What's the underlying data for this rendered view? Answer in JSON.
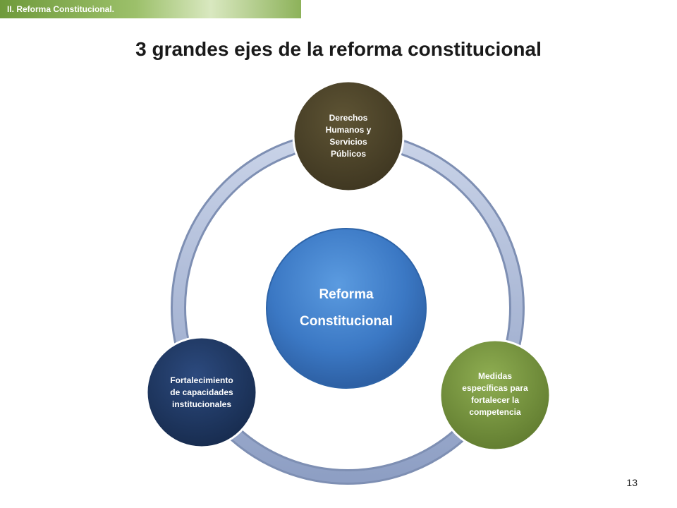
{
  "header": {
    "section": "II. Reforma Constitucional."
  },
  "title": "3 grandes ejes de la reforma constitucional",
  "diagram": {
    "center": {
      "line1": "Reforma",
      "line2": "Constitucional"
    },
    "nodes": [
      {
        "lines": [
          "Derechos",
          "Humanos y",
          "Servicios",
          "Públicos"
        ],
        "color": "#4a4128"
      },
      {
        "lines": [
          "Medidas",
          "específicas para",
          "fortalecer la",
          "competencia"
        ],
        "color": "#76923c"
      },
      {
        "lines": [
          "Fortalecimiento",
          "de capacidades",
          "institucionales"
        ],
        "color": "#1f3864"
      }
    ],
    "ring_color": "#a9b8d6",
    "center_color": "#3b78c4"
  },
  "footer": {
    "page_number": "13"
  }
}
